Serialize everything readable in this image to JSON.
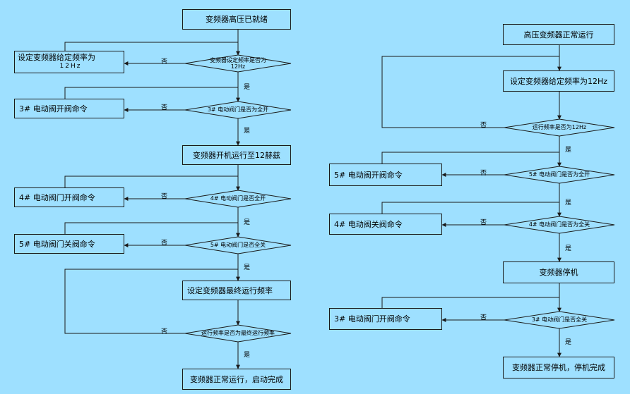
{
  "nodes": {
    "l_start": "变频器高压已就绪",
    "l_set12_a": "设定变频器给定频率为",
    "l_set12_b": "12Hz",
    "l_d1_a": "变频器设定频率是否为",
    "l_d1_b": "12Hz",
    "l_v3open": "3# 电动阀开阀命令",
    "l_d2": "3# 电动阀门是否为全开",
    "l_run": "变频器开机运行至12赫兹",
    "l_v4open": "4# 电动阀门开阀命令",
    "l_d3": "4# 电动阀门是否全开",
    "l_v5close": "5# 电动阀门关阀命令",
    "l_d4": "5# 电动阀门是否全关",
    "l_setfinal": "设定变频器最终运行频率",
    "l_d5": "运行频率是否为最终运行频率",
    "l_end": "变频器正常运行，启动完成",
    "r_start": "高压变频器正常运行",
    "r_set12": "设定变频器给定频率为12Hz",
    "r_d1": "运行频率是否为12Hz",
    "r_v5open": "5# 电动阀开阀命令",
    "r_d2": "5# 电动阀门是否为全开",
    "r_v4close": "4# 电动阀关阀命令",
    "r_d3": "4# 电动阀门是否为全关",
    "r_stop": "变频器停机",
    "r_v3open": "3# 电动阀门开阀命令",
    "r_d4": "3# 电动阀门是否全关",
    "r_end": "变频器正常停机，停机完成"
  },
  "labels": {
    "yes": "是",
    "no": "否"
  },
  "colors": {
    "background": "#9ee0ff",
    "line": "#1a1a1a"
  }
}
